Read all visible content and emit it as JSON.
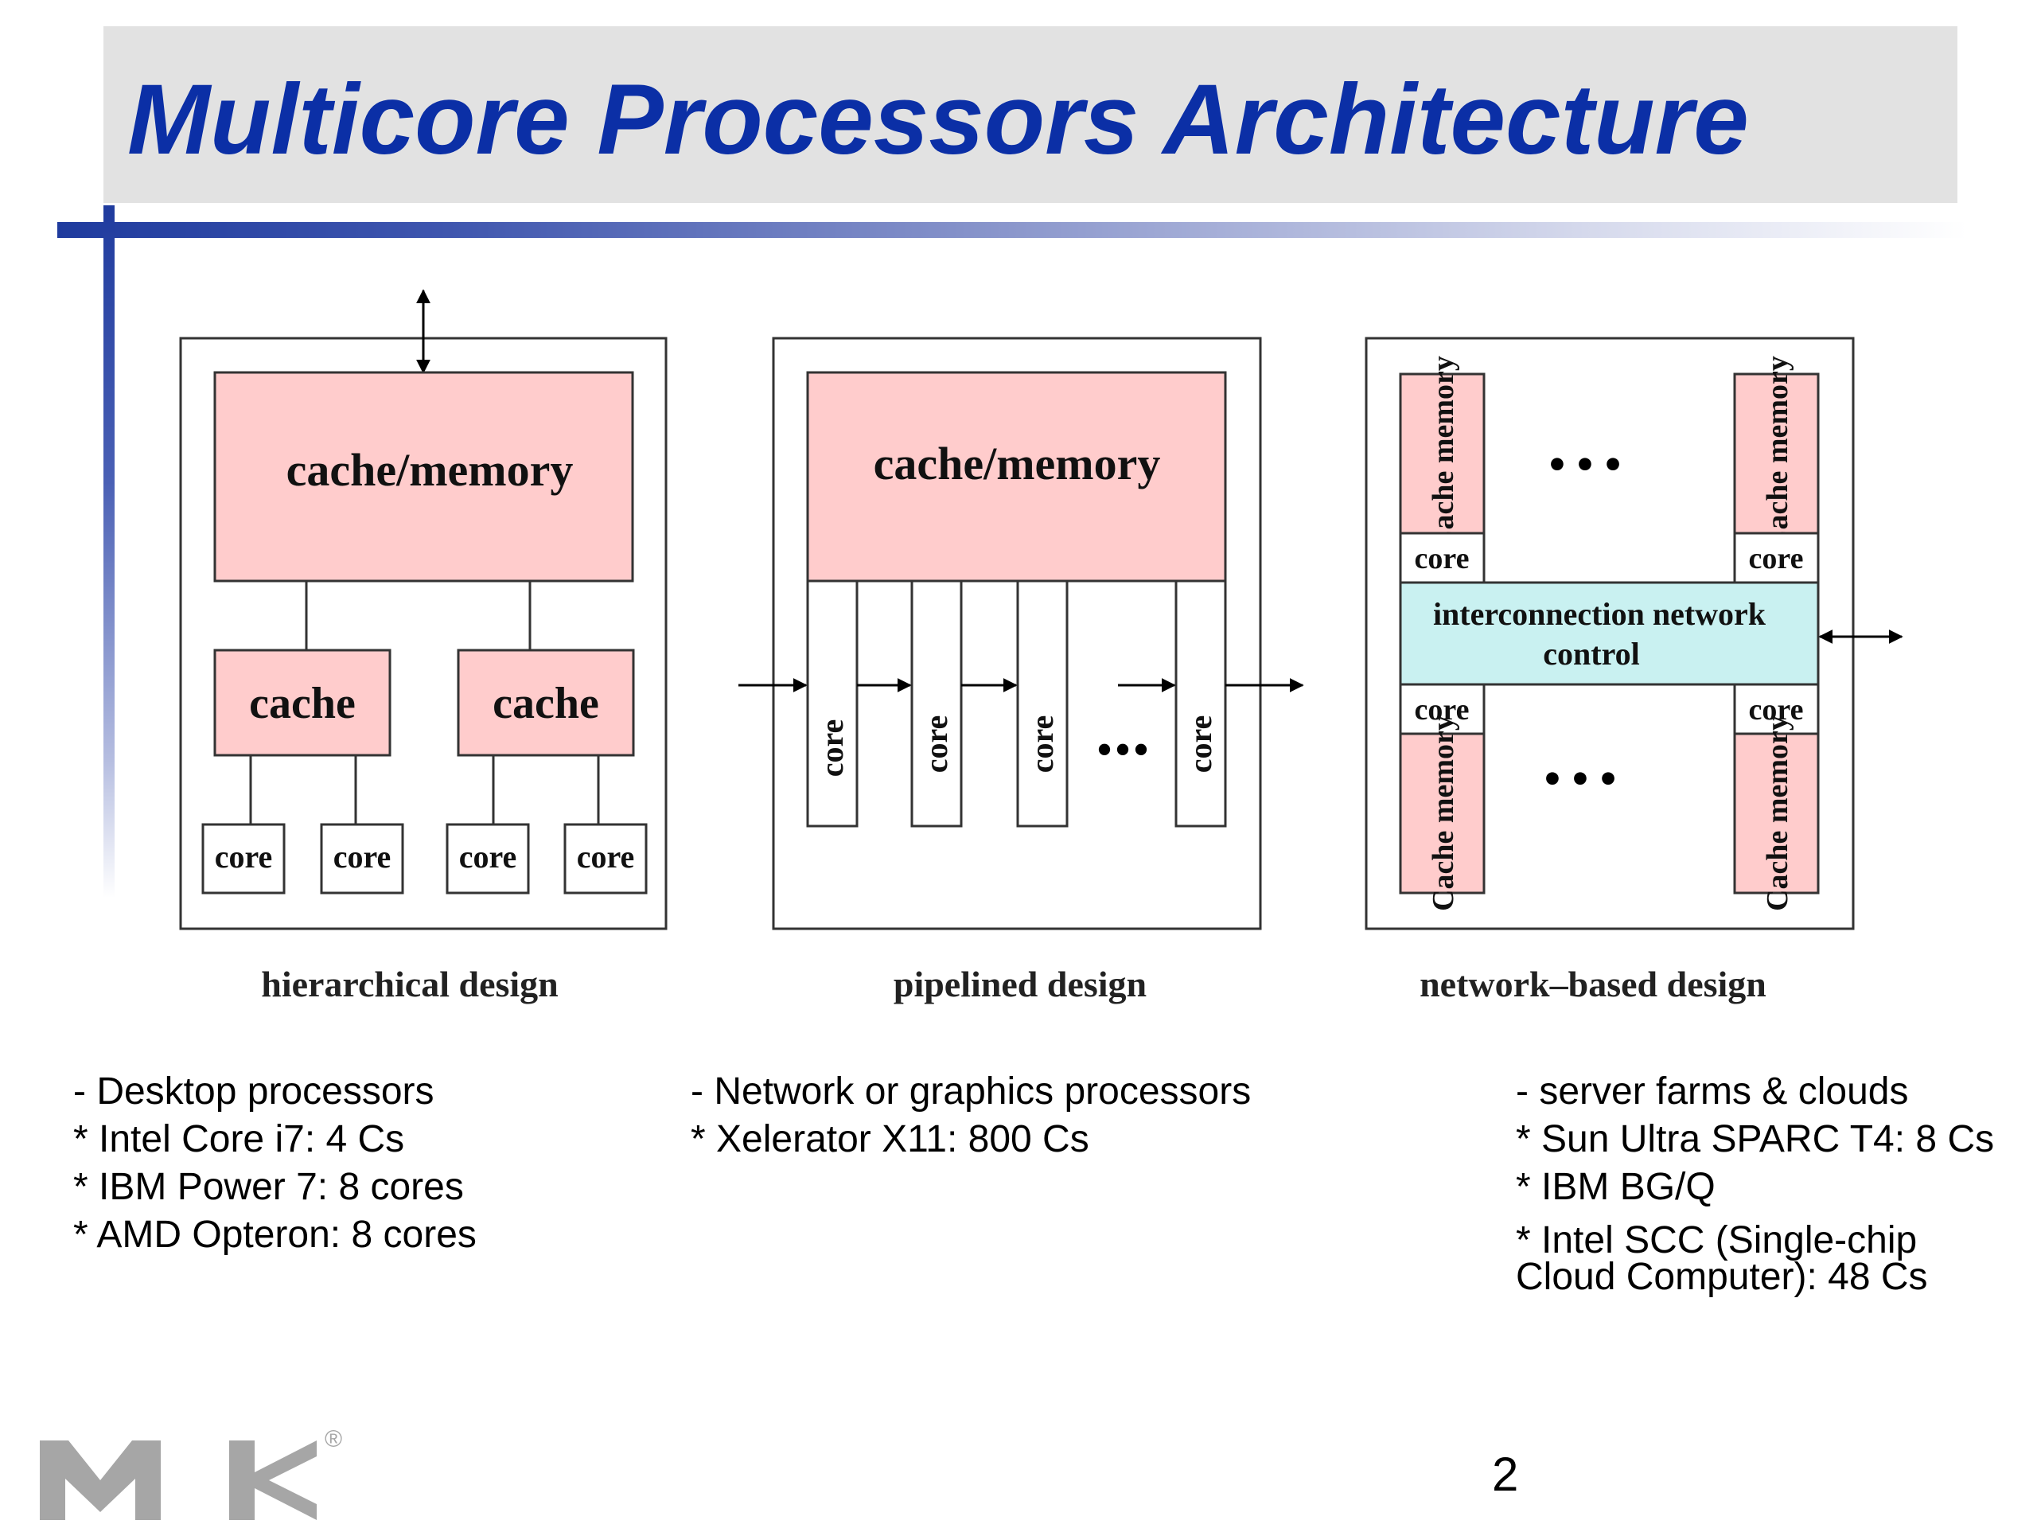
{
  "slide": {
    "title": "Multicore Processors Architecture",
    "page_number": "2"
  },
  "diagrams": {
    "hierarchical": {
      "caption": "hierarchical design",
      "memory_label": "cache/memory",
      "cache_labels": [
        "cache",
        "cache"
      ],
      "core_labels": [
        "core",
        "core",
        "core",
        "core"
      ]
    },
    "pipelined": {
      "caption": "pipelined design",
      "memory_label": "cache/memory",
      "core_labels": [
        "core",
        "core",
        "core",
        "core"
      ],
      "ellipsis": "•••"
    },
    "network": {
      "caption": "network–based design",
      "cache_memory_label": "Cache memory",
      "core_labels": [
        "core",
        "core",
        "core",
        "core"
      ],
      "interconnect_line1": "interconnection network",
      "interconnect_line2": "control",
      "ellipsis": "•••"
    }
  },
  "bullets": {
    "hierarchical": [
      "- Desktop processors",
      "* Intel Core i7: 4 Cs",
      "* IBM Power 7: 8 cores",
      "* AMD Opteron: 8 cores"
    ],
    "pipelined": [
      "- Network or graphics processors",
      "* Xelerator X11: 800 Cs"
    ],
    "network": [
      "- server farms & clouds",
      "* Sun Ultra SPARC T4: 8 Cs",
      "* IBM BG/Q",
      "* Intel SCC (Single-chip Cloud Computer): 48 Cs"
    ]
  },
  "colors": {
    "title": "#0b2fa6",
    "cache_fill": "#ffcccc",
    "interconnect_fill": "#c9f1f1",
    "logo": "#a6a6a6"
  },
  "logo": {
    "symbol": "mk-logo",
    "registered_mark": "®"
  }
}
